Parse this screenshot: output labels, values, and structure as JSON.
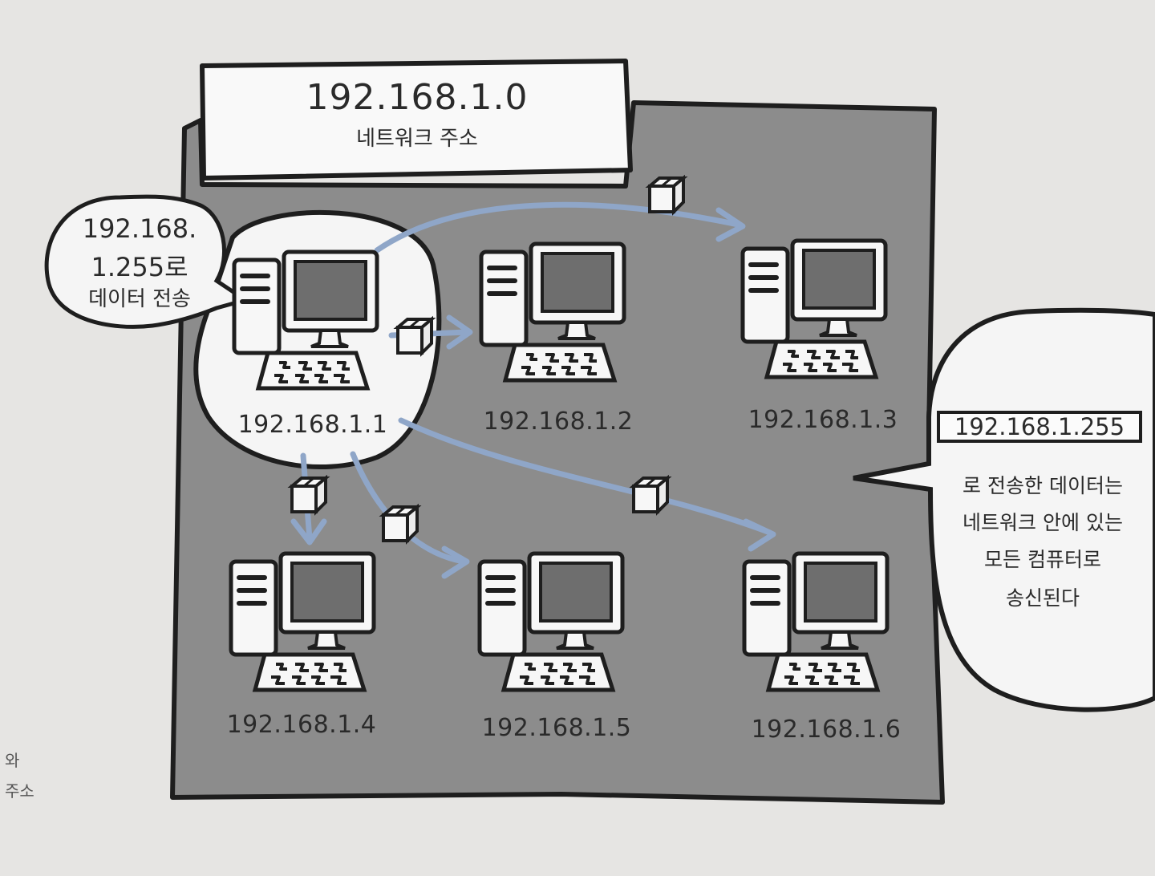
{
  "network": {
    "address": "192.168.1.0",
    "label": "네트워크 주소"
  },
  "sender_bubble": {
    "line1": "192.168.",
    "line2": "1.255로",
    "line3": "데이터 전송"
  },
  "computers": [
    {
      "id": "pc-1",
      "label": "192.168.1.1"
    },
    {
      "id": "pc-2",
      "label": "192.168.1.2"
    },
    {
      "id": "pc-3",
      "label": "192.168.1.3"
    },
    {
      "id": "pc-4",
      "label": "192.168.1.4"
    },
    {
      "id": "pc-5",
      "label": "192.168.1.5"
    },
    {
      "id": "pc-6",
      "label": "192.168.1.6"
    }
  ],
  "broadcast_bubble": {
    "address": "192.168.1.255",
    "line1": "로 전송한 데이터는",
    "line2": "네트워크 안에 있는",
    "line3": "모든 컴퓨터로",
    "line4": "송신된다"
  },
  "margin_note": {
    "line1": "와",
    "line2": "주소"
  },
  "colors": {
    "network_area": "#8c8c8c",
    "arrow": "#8fa6c8",
    "outline": "#1e1e1e",
    "screen": "#6e6e6e"
  }
}
